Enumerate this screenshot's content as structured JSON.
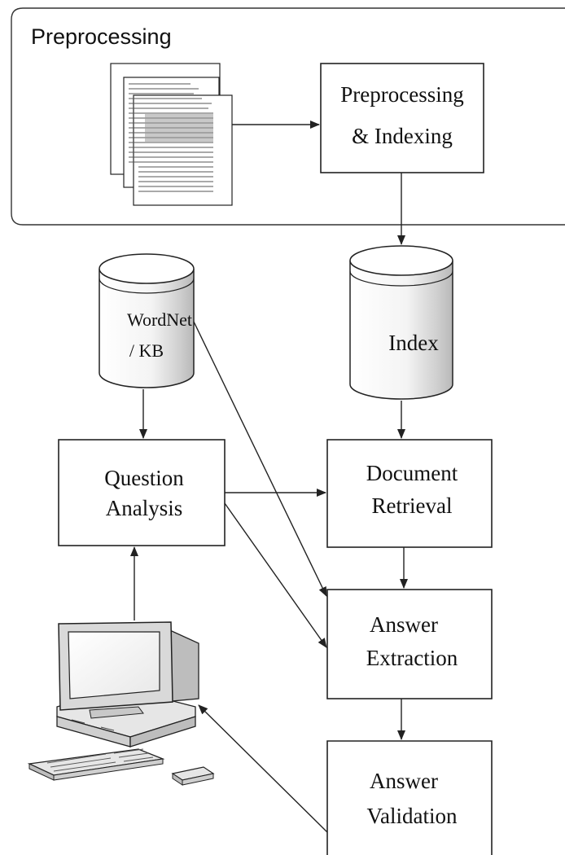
{
  "title": "Preprocessing",
  "nodes": {
    "preprocessing_indexing": [
      "Preprocessing",
      "& Indexing"
    ],
    "index": "Index",
    "wordnet_kb": [
      "WordNet",
      "/ KB"
    ],
    "question_analysis": [
      "Question",
      "Analysis"
    ],
    "document_retrieval": [
      "Document",
      "Retrieval"
    ],
    "answer_extraction": [
      "Answer",
      "Extraction"
    ],
    "answer_validation": [
      "Answer",
      "Validation"
    ]
  },
  "icons": {
    "documents": "document-stack-icon",
    "user": "computer-workstation-icon"
  }
}
